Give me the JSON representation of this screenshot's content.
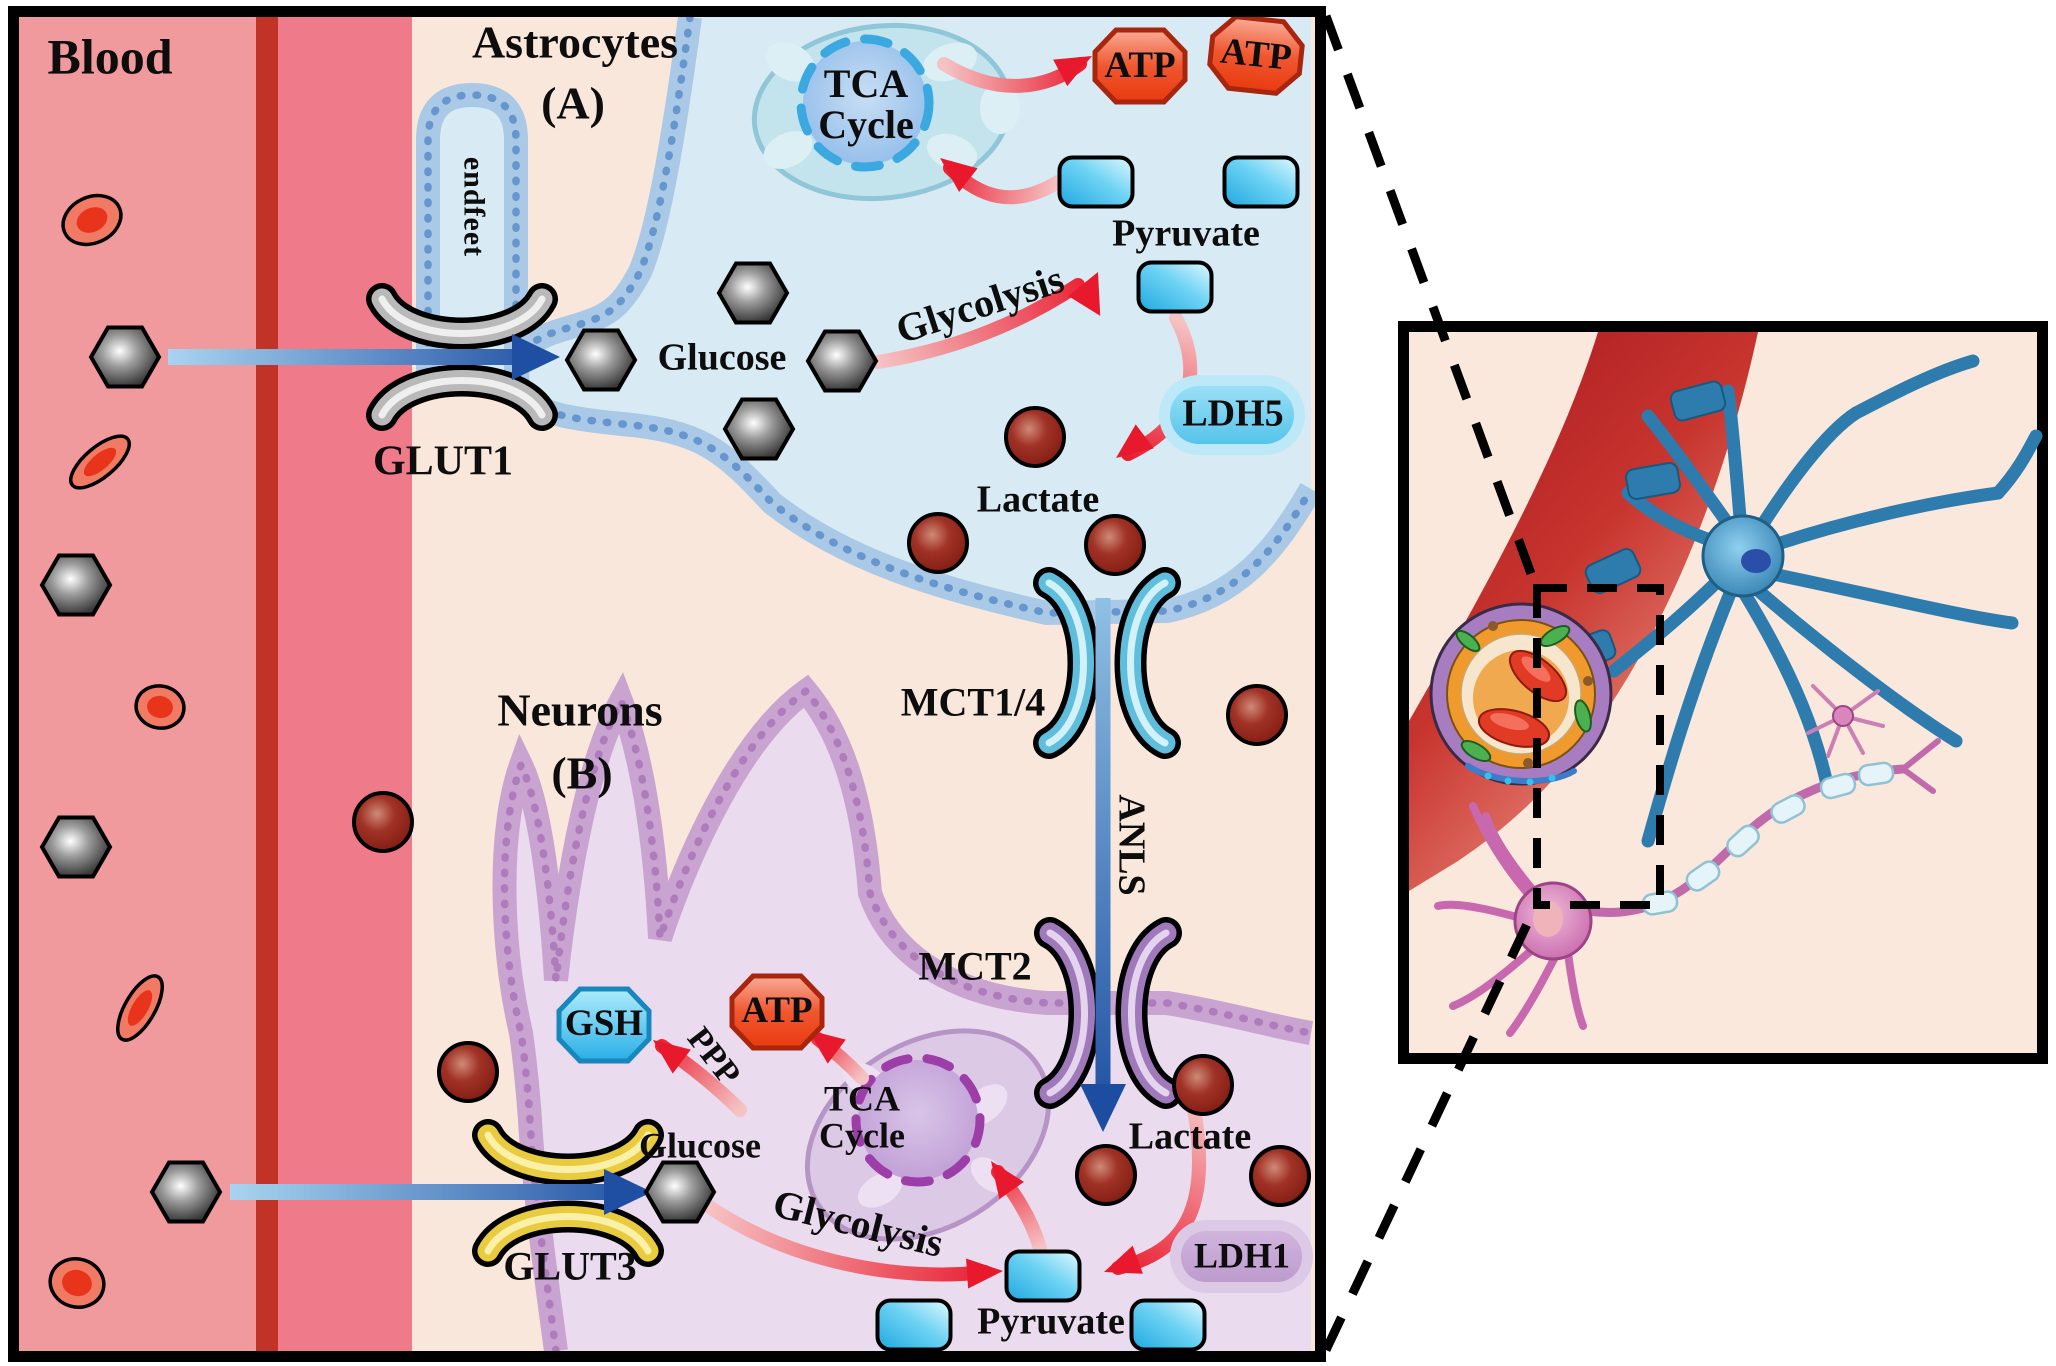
{
  "main": {
    "blood": {
      "title": "Blood"
    },
    "astrocyte": {
      "title": "Astrocytes",
      "letter": "(A)",
      "endfeet": "endfeet",
      "glut": "GLUT1",
      "glucose": "Glucose",
      "glycolysis": "Glycolysis",
      "tca1": "TCA",
      "tca2": "Cycle",
      "atp_a": "ATP",
      "atp_b": "ATP",
      "pyruvate": "Pyruvate",
      "ldh": "LDH5",
      "lactate": "Lactate",
      "mct": "MCT1/4"
    },
    "shuttle": {
      "anls": "ANLS"
    },
    "neuron": {
      "title": "Neurons",
      "letter": "(B)",
      "mct": "MCT2",
      "gsh": "GSH",
      "ppp": "PPP",
      "atp": "ATP",
      "tca1": "TCA",
      "tca2": "Cycle",
      "glucose": "Glucose",
      "glut": "GLUT3",
      "glycolysis": "Glycolysis",
      "ldh": "LDH1",
      "lactate": "Lactate",
      "pyruvate": "Pyruvate"
    }
  },
  "colors": {
    "blood_bg": "#F19A9E",
    "vessel_wall_stripe": "#C23327",
    "blood_inner": "#EE7A8A",
    "parenchyma": "#F9E7DB",
    "astrocyte_fill": "#D8EAF3",
    "astrocyte_membrane": "#A9C9E6",
    "astrocyte_dots": "#6696CE",
    "neuron_fill": "#EADBEE",
    "neuron_membrane": "#C9A4D0",
    "neuron_dots": "#AE7CBC",
    "atp_badge": "#EE3C12",
    "gsh_badge": "#2FB5E9",
    "ldh5_badge": "#66CBEE",
    "ldh1_badge": "#C3A3D2",
    "arrow_blue": "#1F4FA3",
    "arrow_red": "#E8192C",
    "glucose_hexagon": "#2A2A2A",
    "lactate_dot": "#8E1D15",
    "pyruvate_box": "#2FB9E8",
    "glut1_color": "#B9B9B9",
    "glut3_color": "#E9CB3F",
    "mct14_color": "#5FBEDC",
    "mct2_color": "#9F79BA"
  }
}
